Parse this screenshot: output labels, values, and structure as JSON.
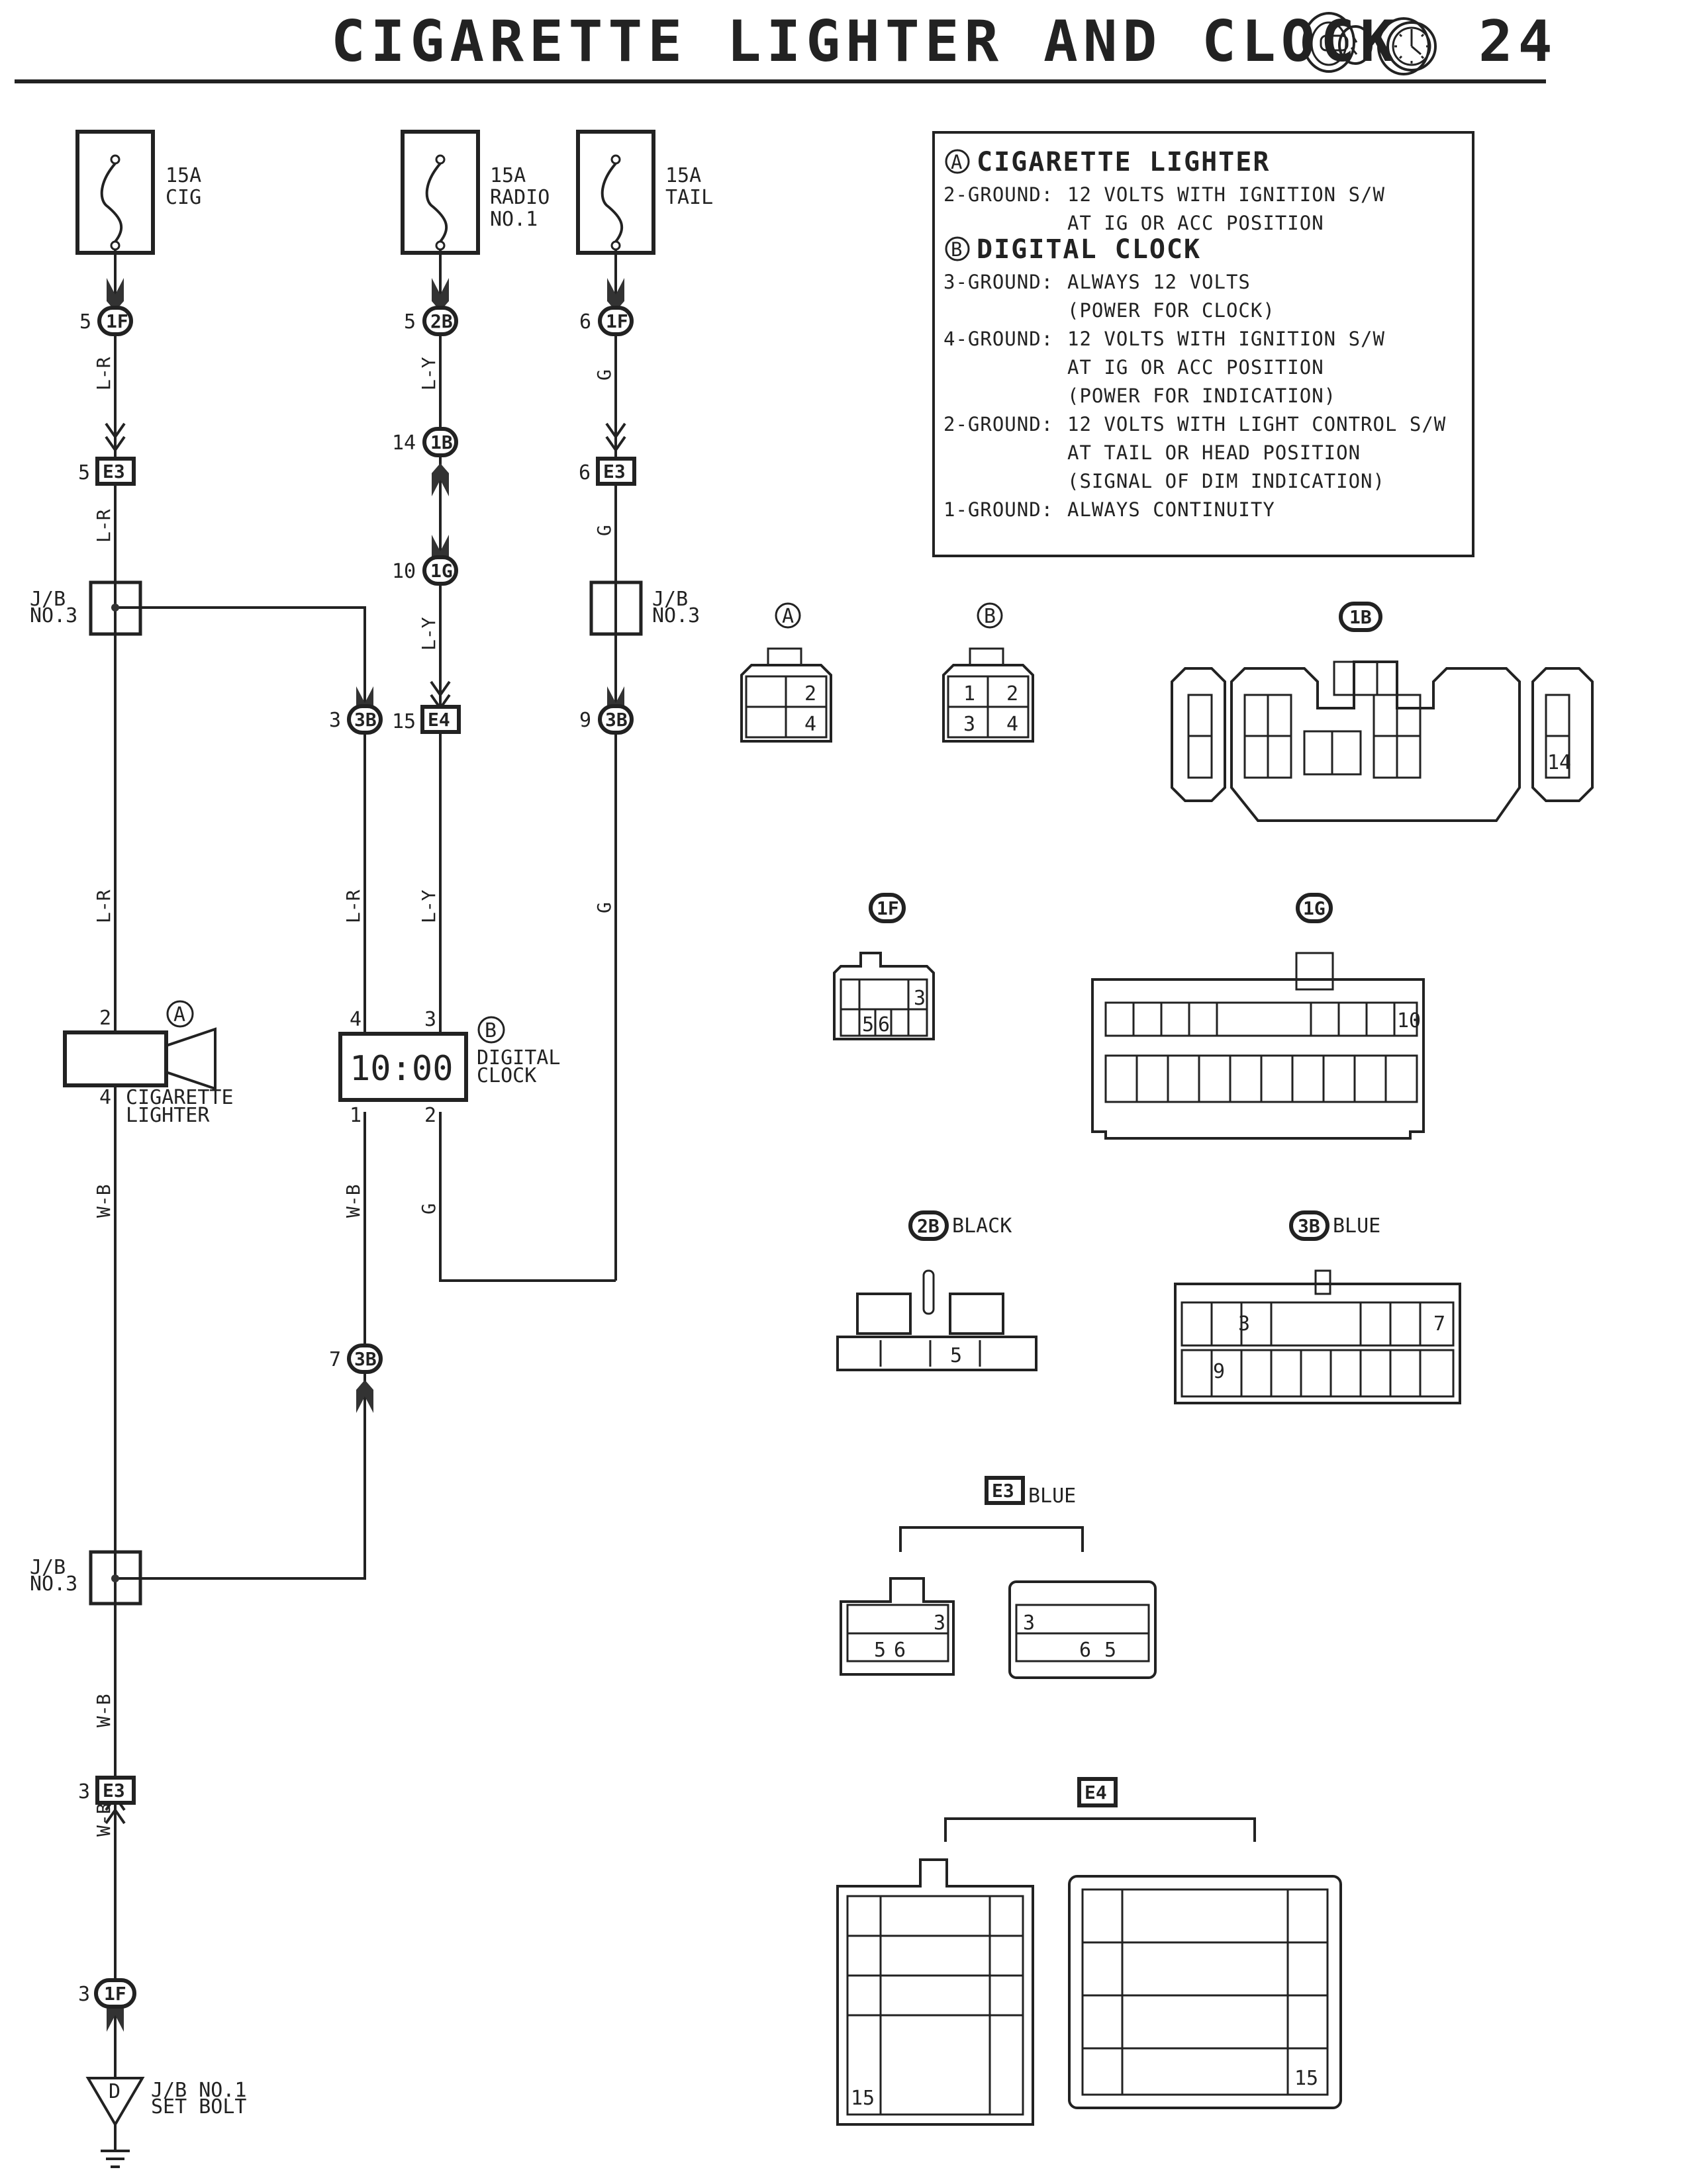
{
  "header": {
    "title": "CIGARETTE LIGHTER AND CLOCK",
    "page_number": "24",
    "icons": [
      "cigarette-lighter-icon",
      "clock-icon"
    ]
  },
  "fuses": [
    {
      "rating": "15A",
      "name_lines": [
        "CIG"
      ]
    },
    {
      "rating": "15A",
      "name_lines": [
        "RADIO",
        "NO.1"
      ]
    },
    {
      "rating": "15A",
      "name_lines": [
        "TAIL"
      ]
    }
  ],
  "connectors_in_circuit": {
    "cig_1f": {
      "pin": "5",
      "id": "1F"
    },
    "cig_e3": {
      "pin": "5",
      "id": "E3"
    },
    "radio_2b": {
      "pin": "5",
      "id": "2B"
    },
    "radio_1b": {
      "pin": "14",
      "id": "1B"
    },
    "radio_1g": {
      "pin": "10",
      "id": "1G"
    },
    "radio_e4": {
      "pin": "15",
      "id": "E4"
    },
    "tail_1f": {
      "pin": "6",
      "id": "1F"
    },
    "tail_e3": {
      "pin": "6",
      "id": "E3"
    },
    "tail_3b": {
      "pin": "9",
      "id": "3B"
    },
    "jb_3b_top": {
      "pin": "3",
      "id": "3B"
    },
    "jb_3b_bottom": {
      "pin": "7",
      "id": "3B"
    },
    "gnd_e3": {
      "pin": "3",
      "id": "E3"
    },
    "gnd_1f": {
      "pin": "3",
      "id": "1F"
    }
  },
  "junction_blocks": {
    "label_line1": "J/B",
    "label_line2": "NO.3"
  },
  "wire_colors": {
    "cig": "L-R",
    "radio": "L-Y",
    "tail": "G",
    "ground": "W-B"
  },
  "components": {
    "lighter": {
      "ref": "A",
      "name_lines": [
        "CIGARETTE",
        "LIGHTER"
      ],
      "pin_top": "2",
      "pin_bottom": "4"
    },
    "clock": {
      "ref": "B",
      "name_lines": [
        "DIGITAL",
        "CLOCK"
      ],
      "display": "10:00",
      "pin_top_left": "4",
      "pin_top_right": "3",
      "pin_bottom_left": "1",
      "pin_bottom_right": "2"
    }
  },
  "ground": {
    "symbol": "D",
    "label_lines": [
      "J/B NO.1",
      "SET BOLT"
    ]
  },
  "legend": {
    "sections": [
      {
        "ref": "A",
        "heading": "CIGARETTE LIGHTER",
        "entries": [
          {
            "terminal": "2-GROUND:",
            "lines": [
              "12 VOLTS WITH IGNITION S/W",
              "AT IG OR ACC POSITION"
            ]
          }
        ]
      },
      {
        "ref": "B",
        "heading": "DIGITAL CLOCK",
        "entries": [
          {
            "terminal": "3-GROUND:",
            "lines": [
              "ALWAYS 12 VOLTS",
              "(POWER FOR CLOCK)"
            ]
          },
          {
            "terminal": "4-GROUND:",
            "lines": [
              "12 VOLTS WITH IGNITION S/W",
              "AT IG OR ACC POSITION",
              "(POWER FOR INDICATION)"
            ]
          },
          {
            "terminal": "2-GROUND:",
            "lines": [
              "12 VOLTS WITH LIGHT CONTROL S/W",
              "AT TAIL OR HEAD POSITION",
              "(SIGNAL OF DIM INDICATION)"
            ]
          },
          {
            "terminal": "1-GROUND:",
            "lines": [
              "ALWAYS CONTINUITY"
            ]
          }
        ]
      }
    ]
  },
  "connector_views": {
    "A": {
      "label": "A",
      "pins": [
        "2",
        "4"
      ]
    },
    "B": {
      "label": "B",
      "pins": [
        "1",
        "2",
        "3",
        "4"
      ]
    },
    "1B": {
      "label": "1B",
      "pins": [
        "14"
      ]
    },
    "1F": {
      "label": "1F",
      "pins": [
        "3",
        "5",
        "6"
      ]
    },
    "1G": {
      "label": "1G",
      "pins": [
        "10"
      ]
    },
    "2B": {
      "label": "2B",
      "color": "BLACK",
      "pins": [
        "5"
      ]
    },
    "3B": {
      "label": "3B",
      "color": "BLUE",
      "pins": [
        "3",
        "7",
        "9"
      ]
    },
    "E3": {
      "label": "E3",
      "color": "BLUE",
      "left_pins": [
        "3",
        "5",
        "6"
      ],
      "right_pins": [
        "3",
        "6",
        "5"
      ]
    },
    "E4": {
      "label": "E4",
      "left_pins": [
        "15"
      ],
      "right_pins": [
        "15"
      ]
    }
  }
}
